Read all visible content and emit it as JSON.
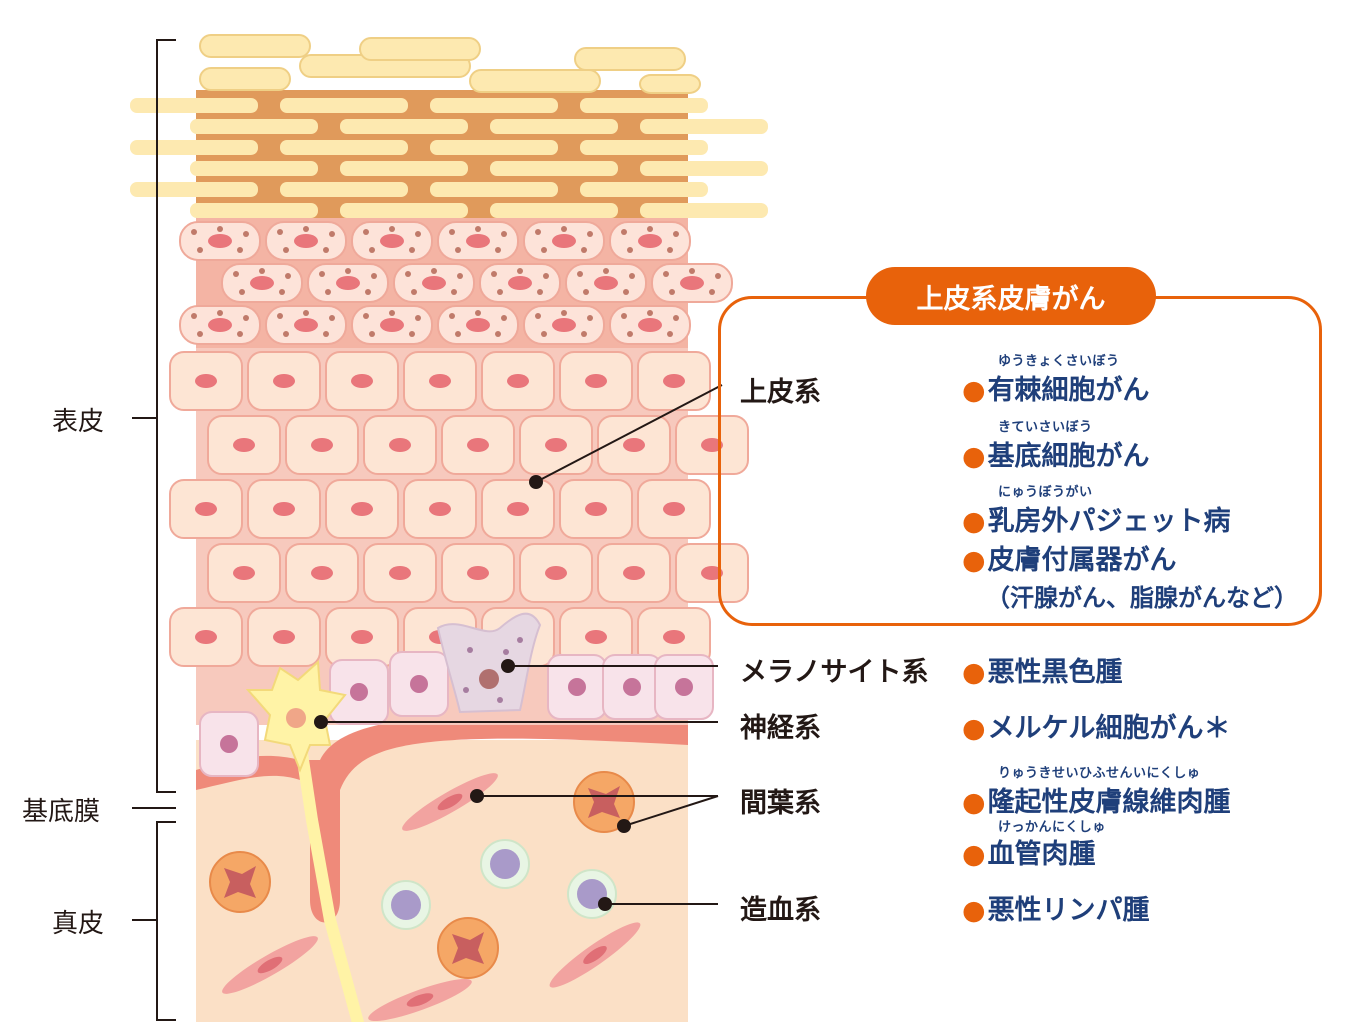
{
  "left_labels": {
    "epidermis": "表皮",
    "basement_membrane": "基底膜",
    "dermis": "真皮"
  },
  "box_title": "上皮系皮膚がん",
  "categories": {
    "epithelial": "上皮系",
    "melanocyte": "メラノサイト系",
    "neural": "神経系",
    "mesenchymal": "間葉系",
    "hematopoietic": "造血系"
  },
  "items": {
    "scc": {
      "ruby": "ゆうきょくさいぼう",
      "label": "有棘細胞がん"
    },
    "bcc": {
      "ruby": "きていさいぼう",
      "label": "基底細胞がん"
    },
    "paget": {
      "ruby": "にゅうぼうがい",
      "label": "乳房外パジェット病"
    },
    "adnexal": {
      "label": "皮膚付属器がん",
      "note": "（汗腺がん、脂腺がんなど）"
    },
    "melanoma": {
      "label": "悪性黒色腫"
    },
    "merkel": {
      "label": "メルケル細胞がん＊"
    },
    "dfsp": {
      "ruby": "りゅうきせいひふせんいにくしゅ",
      "label": "隆起性皮膚線維肉腫"
    },
    "angiosarcoma": {
      "ruby": "けっかんにくしゅ",
      "label": "血管肉腫"
    },
    "lymphoma": {
      "label": "悪性リンパ腫"
    }
  },
  "colors": {
    "accent": "#e8620b",
    "item_text": "#1f3f7a",
    "cell_pink": "#f4a9a0",
    "cell_nucleus": "#e9767b",
    "dermis": "#fbe0c6"
  }
}
